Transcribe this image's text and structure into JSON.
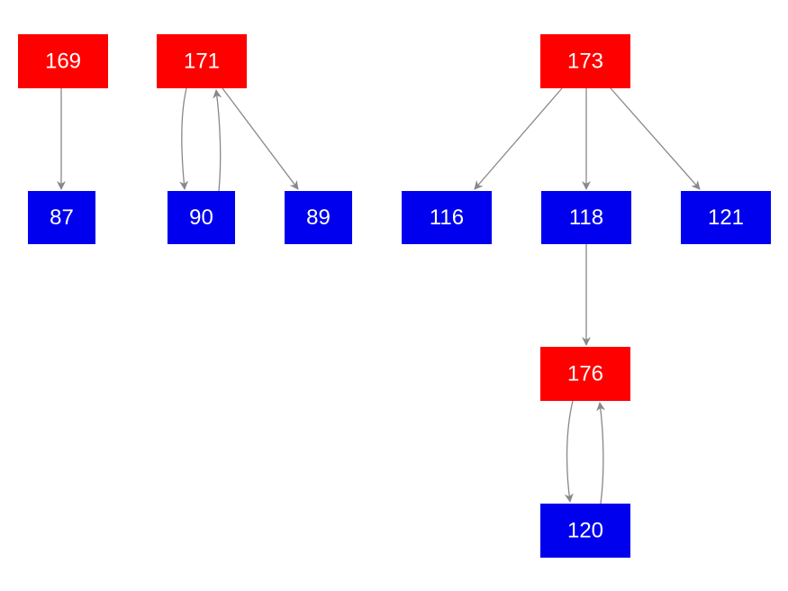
{
  "colors": {
    "red_node": "#ff0000",
    "blue_node": "#0000ee",
    "edge": "#888888",
    "label": "#ffffff"
  },
  "nodes": [
    {
      "id": "169",
      "label": "169",
      "color": "red"
    },
    {
      "id": "87",
      "label": "87",
      "color": "blue"
    },
    {
      "id": "171",
      "label": "171",
      "color": "red"
    },
    {
      "id": "90",
      "label": "90",
      "color": "blue"
    },
    {
      "id": "89",
      "label": "89",
      "color": "blue"
    },
    {
      "id": "173",
      "label": "173",
      "color": "red"
    },
    {
      "id": "116",
      "label": "116",
      "color": "blue"
    },
    {
      "id": "118",
      "label": "118",
      "color": "blue"
    },
    {
      "id": "121",
      "label": "121",
      "color": "blue"
    },
    {
      "id": "176",
      "label": "176",
      "color": "red"
    },
    {
      "id": "120",
      "label": "120",
      "color": "blue"
    }
  ],
  "edges": [
    {
      "from": "169",
      "to": "87"
    },
    {
      "from": "171",
      "to": "90"
    },
    {
      "from": "90",
      "to": "171"
    },
    {
      "from": "171",
      "to": "89"
    },
    {
      "from": "173",
      "to": "116"
    },
    {
      "from": "173",
      "to": "118"
    },
    {
      "from": "173",
      "to": "121"
    },
    {
      "from": "118",
      "to": "176"
    },
    {
      "from": "176",
      "to": "120"
    },
    {
      "from": "120",
      "to": "176"
    }
  ]
}
